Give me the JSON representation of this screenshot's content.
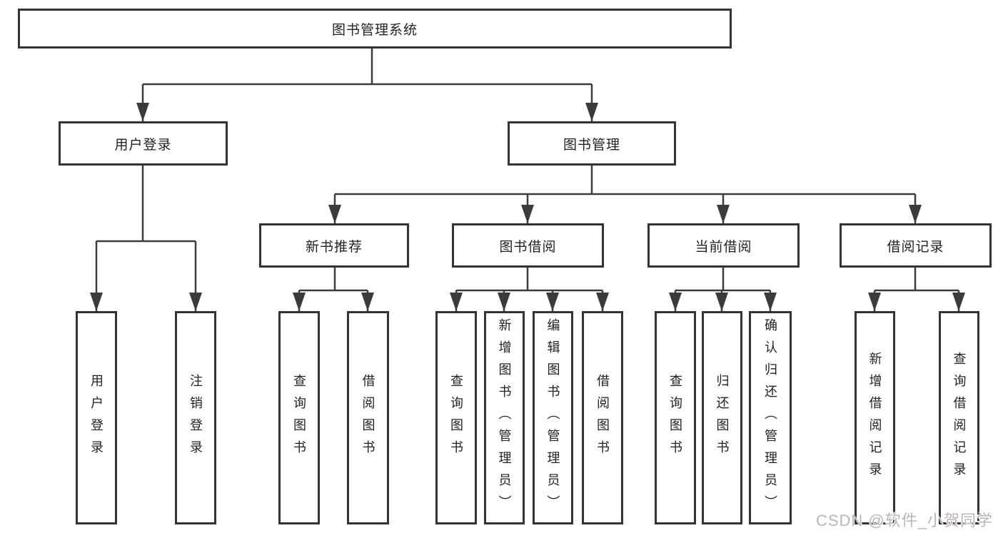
{
  "tree": {
    "root": "图书管理系统",
    "branches": [
      {
        "label": "用户登录",
        "children": [
          "用户登录",
          "注销登录"
        ]
      },
      {
        "label": "图书管理",
        "groups": [
          {
            "label": "新书推荐",
            "children": [
              "查询图书",
              "借阅图书"
            ]
          },
          {
            "label": "图书借阅",
            "children": [
              "查询图书",
              "新增图书（管理员）",
              "编辑图书（管理员）",
              "借阅图书"
            ]
          },
          {
            "label": "当前借阅",
            "children": [
              "查询图书",
              "归还图书",
              "确认归还（管理员）"
            ]
          },
          {
            "label": "借阅记录",
            "children": [
              "新增借阅记录",
              "查询借阅记录"
            ]
          }
        ]
      }
    ]
  },
  "watermark": "CSDN @软件_小贺同学",
  "colors": {
    "line": "#3b3b3b",
    "box_border": "#333333",
    "text": "#222222",
    "watermark": "#bcb5b5",
    "background": "#ffffff"
  }
}
